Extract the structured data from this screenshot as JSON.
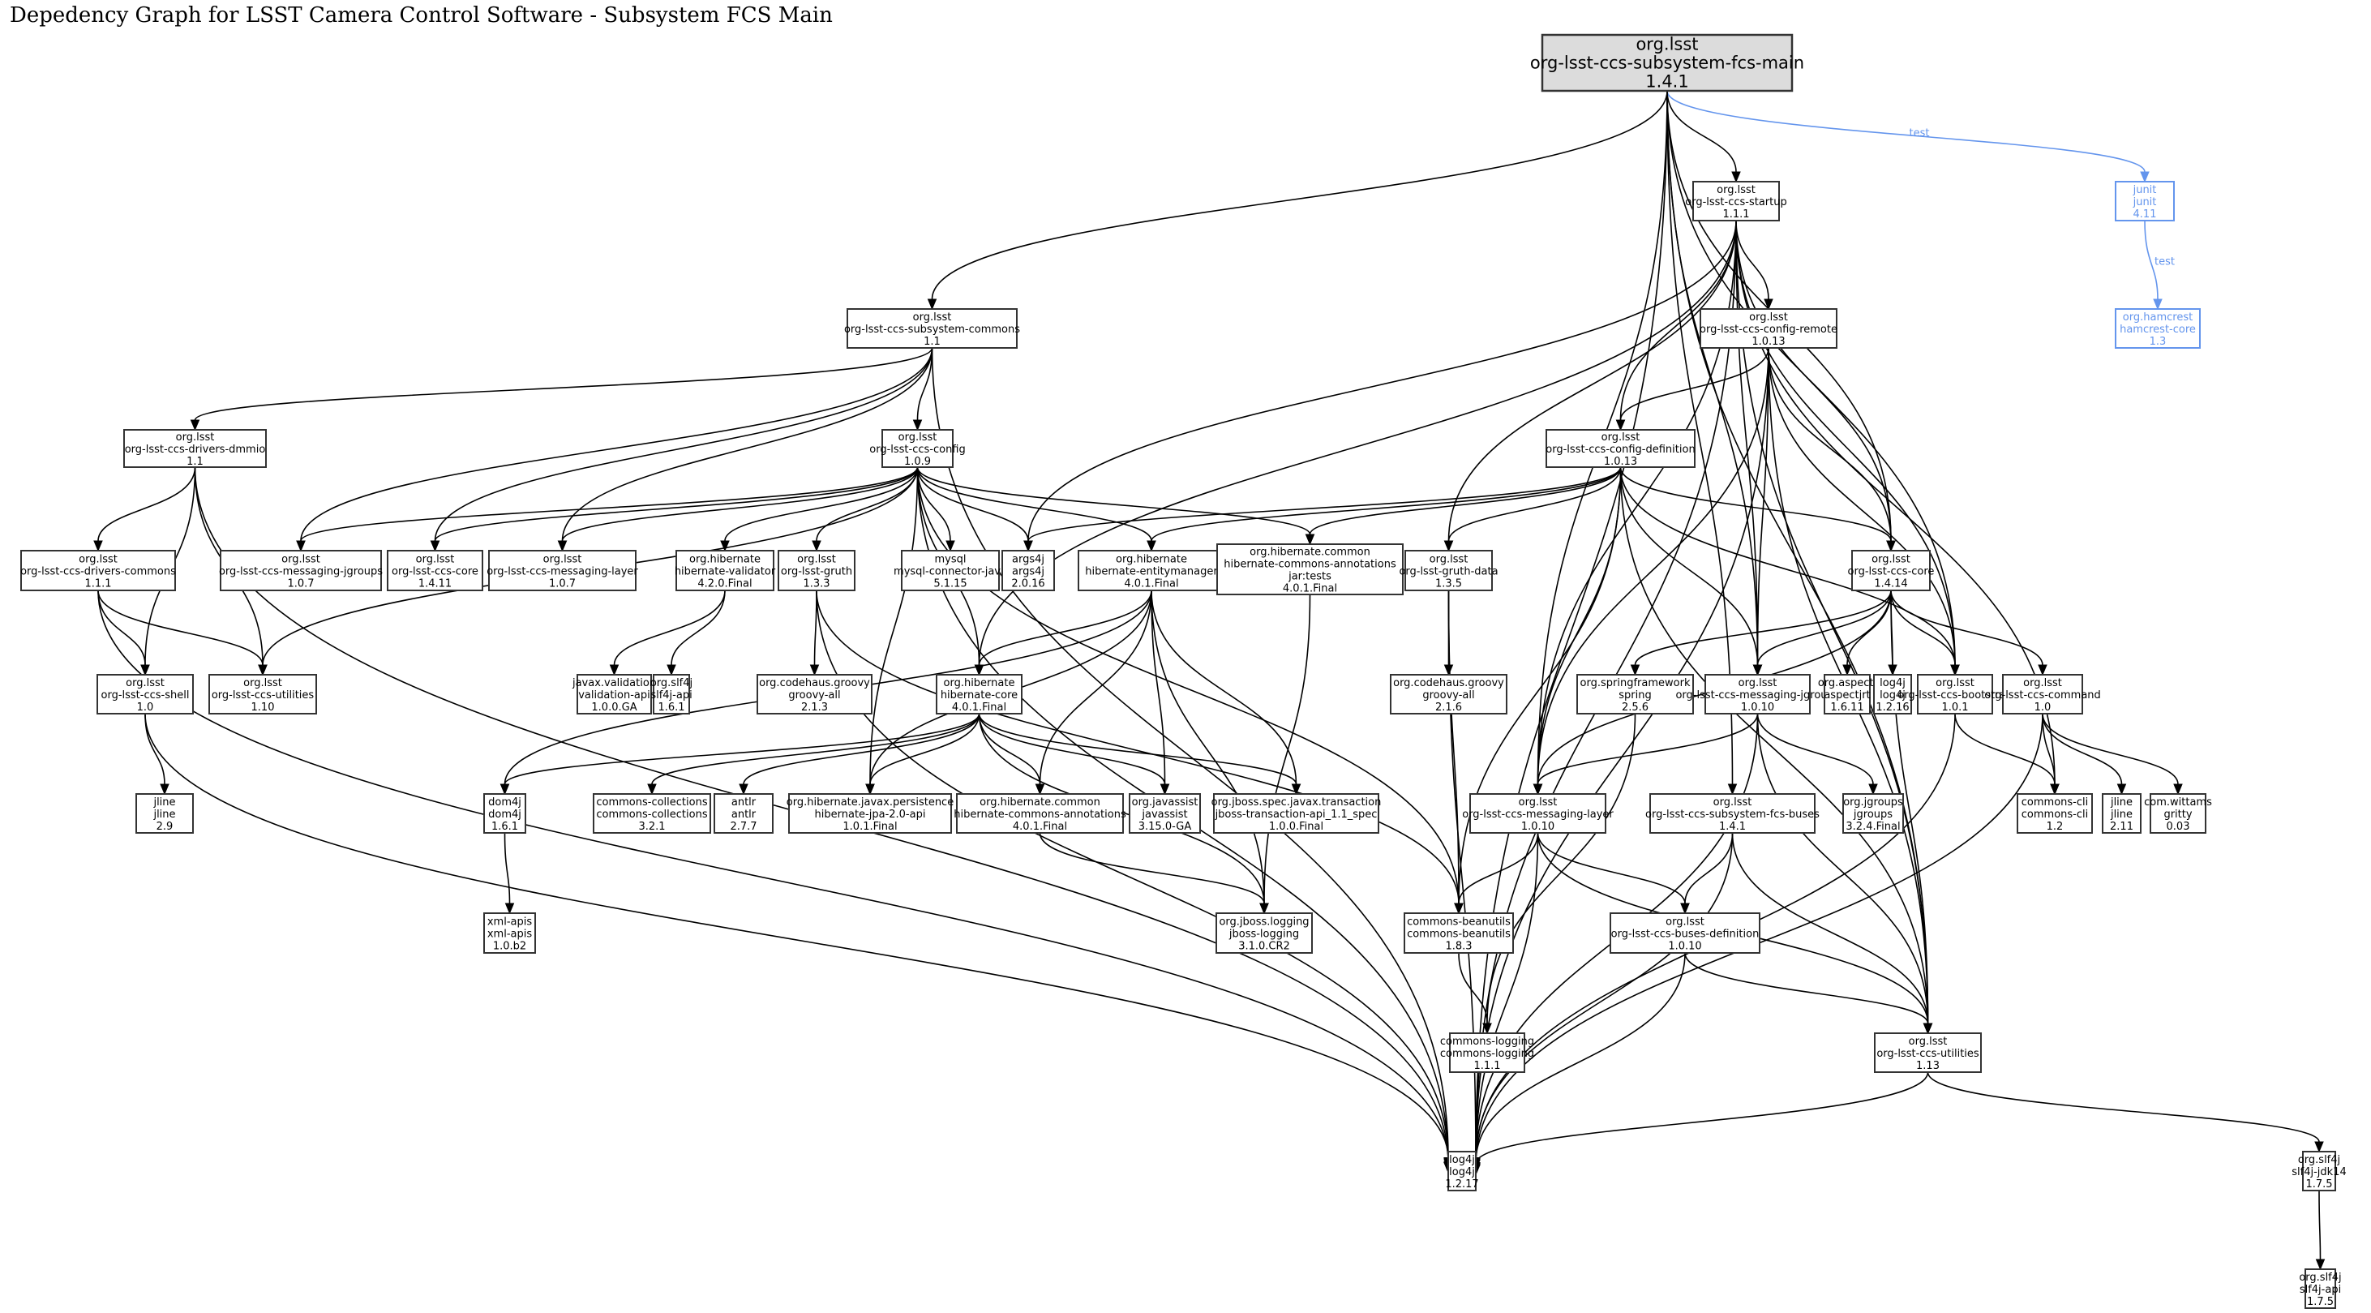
{
  "title": "Depedency Graph for LSST Camera Control Software - Subsystem FCS Main",
  "colors": {
    "root_fill": "#dcdcdc",
    "test_edge": "#6495ed",
    "edge": "#000000",
    "node_border": "#333333"
  },
  "nodes": [
    {
      "id": "main",
      "group": "org.lsst",
      "artifact": "org-lsst-ccs-subsystem-fcs-main",
      "version": "1.4.1",
      "root": true
    },
    {
      "id": "startup",
      "group": "org.lsst",
      "artifact": "org-lsst-ccs-startup",
      "version": "1.1.1"
    },
    {
      "id": "junit",
      "group": "junit",
      "artifact": "junit",
      "version": "4.11",
      "test": true
    },
    {
      "id": "hamcrest",
      "group": "org.hamcrest",
      "artifact": "hamcrest-core",
      "version": "1.3",
      "test": true
    },
    {
      "id": "subcommons",
      "group": "org.lsst",
      "artifact": "org-lsst-ccs-subsystem-commons",
      "version": "1.1"
    },
    {
      "id": "cfgremote",
      "group": "org.lsst",
      "artifact": "org-lsst-ccs-config-remote",
      "version": "1.0.13"
    },
    {
      "id": "dmmio",
      "group": "org.lsst",
      "artifact": "org-lsst-ccs-drivers-dmmio",
      "version": "1.1"
    },
    {
      "id": "config",
      "group": "org.lsst",
      "artifact": "org-lsst-ccs-config",
      "version": "1.0.9"
    },
    {
      "id": "cfgdef",
      "group": "org.lsst",
      "artifact": "org-lsst-ccs-config-definition",
      "version": "1.0.13"
    },
    {
      "id": "drvcommons",
      "group": "org.lsst",
      "artifact": "org-lsst-ccs-drivers-commons",
      "version": "1.1.1"
    },
    {
      "id": "msgjg107",
      "group": "org.lsst",
      "artifact": "org-lsst-ccs-messaging-jgroups",
      "version": "1.0.7"
    },
    {
      "id": "core1411",
      "group": "org.lsst",
      "artifact": "org-lsst-ccs-core",
      "version": "1.4.11"
    },
    {
      "id": "msglayer107",
      "group": "org.lsst",
      "artifact": "org-lsst-ccs-messaging-layer",
      "version": "1.0.7"
    },
    {
      "id": "hibval",
      "group": "org.hibernate",
      "artifact": "hibernate-validator",
      "version": "4.2.0.Final"
    },
    {
      "id": "gruth",
      "group": "org.lsst",
      "artifact": "org-lsst-gruth",
      "version": "1.3.3"
    },
    {
      "id": "mysql",
      "group": "mysql",
      "artifact": "mysql-connector-java",
      "version": "5.1.15"
    },
    {
      "id": "args4j",
      "group": "args4j",
      "artifact": "args4j",
      "version": "2.0.16"
    },
    {
      "id": "hibem",
      "group": "org.hibernate",
      "artifact": "hibernate-entitymanager",
      "version": "4.0.1.Final"
    },
    {
      "id": "hcatests",
      "group": "org.hibernate.common",
      "artifact": "hibernate-commons-annotations",
      "classifier": "jar:tests",
      "version": "4.0.1.Final"
    },
    {
      "id": "gruthdata",
      "group": "org.lsst",
      "artifact": "org-lsst-gruth-data",
      "version": "1.3.5"
    },
    {
      "id": "core1414",
      "group": "org.lsst",
      "artifact": "org-lsst-ccs-core",
      "version": "1.4.14"
    },
    {
      "id": "shell",
      "group": "org.lsst",
      "artifact": "org-lsst-ccs-shell",
      "version": "1.0"
    },
    {
      "id": "util110",
      "group": "org.lsst",
      "artifact": "org-lsst-ccs-utilities",
      "version": "1.10"
    },
    {
      "id": "valapi",
      "group": "javax.validation",
      "artifact": "validation-api",
      "version": "1.0.0.GA"
    },
    {
      "id": "slf4j161",
      "group": "org.slf4j",
      "artifact": "slf4j-api",
      "version": "1.6.1"
    },
    {
      "id": "groovy213",
      "group": "org.codehaus.groovy",
      "artifact": "groovy-all",
      "version": "2.1.3"
    },
    {
      "id": "hibcore",
      "group": "org.hibernate",
      "artifact": "hibernate-core",
      "version": "4.0.1.Final"
    },
    {
      "id": "groovy216",
      "group": "org.codehaus.groovy",
      "artifact": "groovy-all",
      "version": "2.1.6"
    },
    {
      "id": "spring",
      "group": "org.springframework",
      "artifact": "spring",
      "version": "2.5.6"
    },
    {
      "id": "msgjg1010",
      "group": "org.lsst",
      "artifact": "org-lsst-ccs-messaging-jgroups",
      "version": "1.0.10"
    },
    {
      "id": "aspectj",
      "group": "org.aspectj",
      "artifact": "aspectjrt",
      "version": "1.6.11"
    },
    {
      "id": "log4j1216",
      "group": "log4j",
      "artifact": "log4j",
      "version": "1.2.16"
    },
    {
      "id": "bootstrap",
      "group": "org.lsst",
      "artifact": "org-lsst-ccs-bootstrap",
      "version": "1.0.1"
    },
    {
      "id": "command",
      "group": "org.lsst",
      "artifact": "org-lsst-ccs-command",
      "version": "1.0"
    },
    {
      "id": "jline29",
      "group": "jline",
      "artifact": "jline",
      "version": "2.9"
    },
    {
      "id": "dom4j",
      "group": "dom4j",
      "artifact": "dom4j",
      "version": "1.6.1"
    },
    {
      "id": "collections",
      "group": "commons-collections",
      "artifact": "commons-collections",
      "version": "3.2.1"
    },
    {
      "id": "antlr",
      "group": "antlr",
      "artifact": "antlr",
      "version": "2.7.7"
    },
    {
      "id": "jpa",
      "group": "org.hibernate.javax.persistence",
      "artifact": "hibernate-jpa-2.0-api",
      "version": "1.0.1.Final"
    },
    {
      "id": "hca",
      "group": "org.hibernate.common",
      "artifact": "hibernate-commons-annotations",
      "version": "4.0.1.Final"
    },
    {
      "id": "javassist",
      "group": "org.javassist",
      "artifact": "javassist",
      "version": "3.15.0-GA"
    },
    {
      "id": "jta",
      "group": "org.jboss.spec.javax.transaction",
      "artifact": "jboss-transaction-api_1.1_spec",
      "version": "1.0.0.Final"
    },
    {
      "id": "msglayer1010",
      "group": "org.lsst",
      "artifact": "org-lsst-ccs-messaging-layer",
      "version": "1.0.10"
    },
    {
      "id": "buses",
      "group": "org.lsst",
      "artifact": "org-lsst-ccs-subsystem-fcs-buses",
      "version": "1.4.1"
    },
    {
      "id": "jgroups",
      "group": "org.jgroups",
      "artifact": "jgroups",
      "version": "3.2.4.Final"
    },
    {
      "id": "clis",
      "group": "commons-cli",
      "artifact": "commons-cli",
      "version": "1.2"
    },
    {
      "id": "jline211",
      "group": "jline",
      "artifact": "jline",
      "version": "2.11"
    },
    {
      "id": "gritty",
      "group": "com.wittams",
      "artifact": "gritty",
      "version": "0.03"
    },
    {
      "id": "xmlapis",
      "group": "xml-apis",
      "artifact": "xml-apis",
      "version": "1.0.b2"
    },
    {
      "id": "jbosslog",
      "group": "org.jboss.logging",
      "artifact": "jboss-logging",
      "version": "3.1.0.CR2"
    },
    {
      "id": "beanutils",
      "group": "commons-beanutils",
      "artifact": "commons-beanutils",
      "version": "1.8.3"
    },
    {
      "id": "busesdef",
      "group": "org.lsst",
      "artifact": "org-lsst-ccs-buses-definition",
      "version": "1.0.10"
    },
    {
      "id": "logging",
      "group": "commons-logging",
      "artifact": "commons-logging",
      "version": "1.1.1"
    },
    {
      "id": "util113",
      "group": "org.lsst",
      "artifact": "org-lsst-ccs-utilities",
      "version": "1.13"
    },
    {
      "id": "log4j1217",
      "group": "log4j",
      "artifact": "log4j",
      "version": "1.2.17"
    },
    {
      "id": "slf4jjdk",
      "group": "org.slf4j",
      "artifact": "slf4j-jdk14",
      "version": "1.7.5"
    },
    {
      "id": "slf4j175",
      "group": "org.slf4j",
      "artifact": "slf4j-api",
      "version": "1.7.5"
    }
  ],
  "edges": [
    {
      "from": "main",
      "to": "startup"
    },
    {
      "from": "main",
      "to": "junit",
      "label": "test",
      "test": true
    },
    {
      "from": "junit",
      "to": "hamcrest",
      "label": "test",
      "test": true
    },
    {
      "from": "main",
      "to": "subcommons"
    },
    {
      "from": "main",
      "to": "log4j1217"
    },
    {
      "from": "main",
      "to": "msglayer1010"
    },
    {
      "from": "main",
      "to": "buses"
    },
    {
      "from": "main",
      "to": "msgjg1010"
    },
    {
      "from": "main",
      "to": "core1414"
    },
    {
      "from": "main",
      "to": "bootstrap"
    },
    {
      "from": "main",
      "to": "util113"
    },
    {
      "from": "startup",
      "to": "cfgremote"
    },
    {
      "from": "startup",
      "to": "cfgdef"
    },
    {
      "from": "startup",
      "to": "core1414"
    },
    {
      "from": "startup",
      "to": "bootstrap"
    },
    {
      "from": "startup",
      "to": "msgjg1010"
    },
    {
      "from": "startup",
      "to": "msglayer1010"
    },
    {
      "from": "startup",
      "to": "gruthdata"
    },
    {
      "from": "startup",
      "to": "args4j"
    },
    {
      "from": "startup",
      "to": "hibcore"
    },
    {
      "from": "startup",
      "to": "clis"
    },
    {
      "from": "startup",
      "to": "util113"
    },
    {
      "from": "startup",
      "to": "log4j1217"
    },
    {
      "from": "subcommons",
      "to": "config"
    },
    {
      "from": "subcommons",
      "to": "dmmio"
    },
    {
      "from": "subcommons",
      "to": "msgjg107"
    },
    {
      "from": "subcommons",
      "to": "core1411"
    },
    {
      "from": "subcommons",
      "to": "msglayer107"
    },
    {
      "from": "subcommons",
      "to": "log4j1217"
    },
    {
      "from": "cfgremote",
      "to": "cfgdef"
    },
    {
      "from": "cfgremote",
      "to": "core1414"
    },
    {
      "from": "cfgremote",
      "to": "msgjg1010"
    },
    {
      "from": "cfgremote",
      "to": "msglayer1010"
    },
    {
      "from": "cfgremote",
      "to": "bootstrap"
    },
    {
      "from": "cfgremote",
      "to": "util113"
    },
    {
      "from": "cfgremote",
      "to": "log4j1217"
    },
    {
      "from": "dmmio",
      "to": "drvcommons"
    },
    {
      "from": "dmmio",
      "to": "shell"
    },
    {
      "from": "dmmio",
      "to": "util110"
    },
    {
      "from": "dmmio",
      "to": "log4j1217"
    },
    {
      "from": "config",
      "to": "msgjg107"
    },
    {
      "from": "config",
      "to": "core1411"
    },
    {
      "from": "config",
      "to": "msglayer107"
    },
    {
      "from": "config",
      "to": "hibval"
    },
    {
      "from": "config",
      "to": "gruth"
    },
    {
      "from": "config",
      "to": "mysql"
    },
    {
      "from": "config",
      "to": "args4j"
    },
    {
      "from": "config",
      "to": "hibem"
    },
    {
      "from": "config",
      "to": "hcatests"
    },
    {
      "from": "config",
      "to": "hibcore"
    },
    {
      "from": "config",
      "to": "util110"
    },
    {
      "from": "config",
      "to": "jpa"
    },
    {
      "from": "config",
      "to": "beanutils"
    },
    {
      "from": "config",
      "to": "log4j1217"
    },
    {
      "from": "cfgdef",
      "to": "hibem"
    },
    {
      "from": "cfgdef",
      "to": "hcatests"
    },
    {
      "from": "cfgdef",
      "to": "gruthdata"
    },
    {
      "from": "cfgdef",
      "to": "core1414"
    },
    {
      "from": "cfgdef",
      "to": "msgjg1010"
    },
    {
      "from": "cfgdef",
      "to": "msglayer1010"
    },
    {
      "from": "cfgdef",
      "to": "bootstrap"
    },
    {
      "from": "cfgdef",
      "to": "beanutils"
    },
    {
      "from": "cfgdef",
      "to": "util113"
    },
    {
      "from": "cfgdef",
      "to": "args4j"
    },
    {
      "from": "drvcommons",
      "to": "shell"
    },
    {
      "from": "drvcommons",
      "to": "util110"
    },
    {
      "from": "drvcommons",
      "to": "log4j1217"
    },
    {
      "from": "hibval",
      "to": "valapi"
    },
    {
      "from": "hibval",
      "to": "slf4j161"
    },
    {
      "from": "gruth",
      "to": "groovy213"
    },
    {
      "from": "gruth",
      "to": "beanutils"
    },
    {
      "from": "gruth",
      "to": "log4j1217"
    },
    {
      "from": "hibem",
      "to": "hibcore"
    },
    {
      "from": "hibem",
      "to": "dom4j"
    },
    {
      "from": "hibem",
      "to": "jpa"
    },
    {
      "from": "hibem",
      "to": "hca"
    },
    {
      "from": "hibem",
      "to": "javassist"
    },
    {
      "from": "hibem",
      "to": "jta"
    },
    {
      "from": "hibem",
      "to": "jbosslog"
    },
    {
      "from": "hcatests",
      "to": "jbosslog"
    },
    {
      "from": "gruthdata",
      "to": "groovy216"
    },
    {
      "from": "gruthdata",
      "to": "beanutils"
    },
    {
      "from": "gruthdata",
      "to": "log4j1217"
    },
    {
      "from": "core1414",
      "to": "spring"
    },
    {
      "from": "core1414",
      "to": "msgjg1010"
    },
    {
      "from": "core1414",
      "to": "aspectj"
    },
    {
      "from": "core1414",
      "to": "log4j1216"
    },
    {
      "from": "core1414",
      "to": "bootstrap"
    },
    {
      "from": "core1414",
      "to": "command"
    },
    {
      "from": "core1414",
      "to": "msglayer1010"
    },
    {
      "from": "core1414",
      "to": "util113"
    },
    {
      "from": "shell",
      "to": "jline29"
    },
    {
      "from": "shell",
      "to": "log4j1217"
    },
    {
      "from": "hibcore",
      "to": "dom4j"
    },
    {
      "from": "hibcore",
      "to": "collections"
    },
    {
      "from": "hibcore",
      "to": "antlr"
    },
    {
      "from": "hibcore",
      "to": "jpa"
    },
    {
      "from": "hibcore",
      "to": "hca"
    },
    {
      "from": "hibcore",
      "to": "javassist"
    },
    {
      "from": "hibcore",
      "to": "jta"
    },
    {
      "from": "hibcore",
      "to": "jbosslog"
    },
    {
      "from": "spring",
      "to": "logging"
    },
    {
      "from": "msgjg1010",
      "to": "msglayer1010"
    },
    {
      "from": "msgjg1010",
      "to": "jgroups"
    },
    {
      "from": "msgjg1010",
      "to": "util113"
    },
    {
      "from": "msgjg1010",
      "to": "log4j1217"
    },
    {
      "from": "bootstrap",
      "to": "clis"
    },
    {
      "from": "bootstrap",
      "to": "log4j1217"
    },
    {
      "from": "command",
      "to": "clis"
    },
    {
      "from": "command",
      "to": "jline211"
    },
    {
      "from": "command",
      "to": "gritty"
    },
    {
      "from": "command",
      "to": "log4j1217"
    },
    {
      "from": "dom4j",
      "to": "xmlapis"
    },
    {
      "from": "hca",
      "to": "jbosslog"
    },
    {
      "from": "msglayer1010",
      "to": "beanutils"
    },
    {
      "from": "msglayer1010",
      "to": "busesdef"
    },
    {
      "from": "msglayer1010",
      "to": "util113"
    },
    {
      "from": "msglayer1010",
      "to": "log4j1217"
    },
    {
      "from": "buses",
      "to": "busesdef"
    },
    {
      "from": "buses",
      "to": "util113"
    },
    {
      "from": "buses",
      "to": "log4j1217"
    },
    {
      "from": "beanutils",
      "to": "logging"
    },
    {
      "from": "busesdef",
      "to": "util113"
    },
    {
      "from": "busesdef",
      "to": "log4j1217"
    },
    {
      "from": "util113",
      "to": "log4j1217"
    },
    {
      "from": "util113",
      "to": "slf4jjdk"
    },
    {
      "from": "slf4jjdk",
      "to": "slf4j175"
    }
  ]
}
